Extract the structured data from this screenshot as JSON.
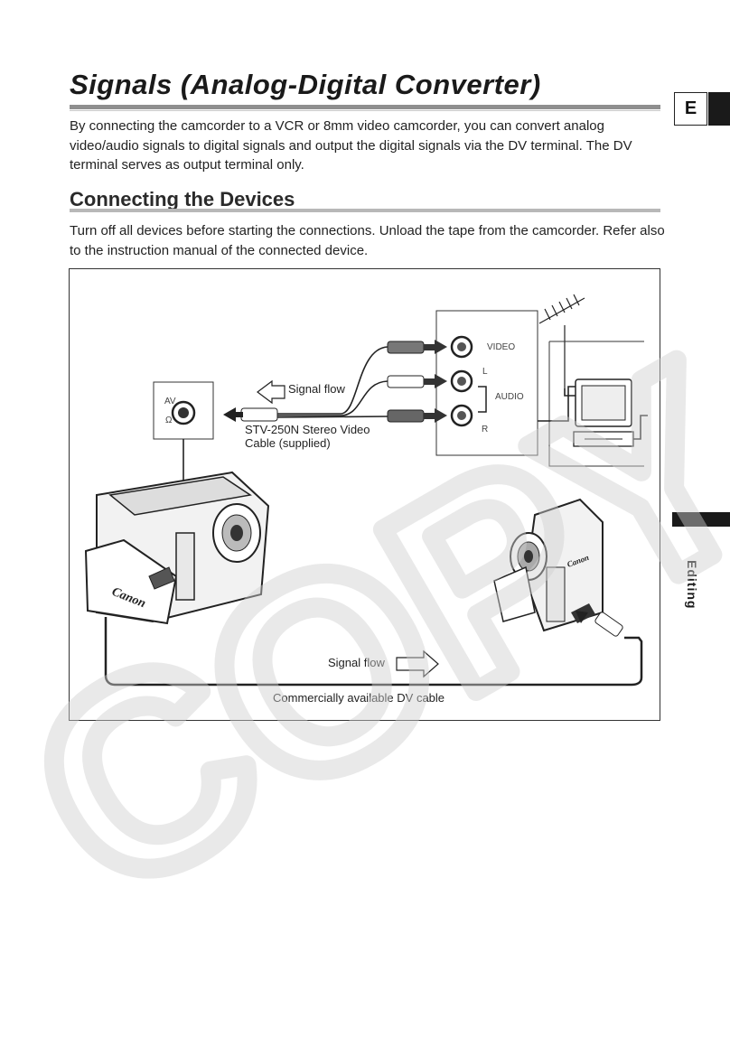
{
  "page": {
    "title": "Signals (Analog-Digital Converter)",
    "intro": "By connecting the camcorder to a VCR or 8mm video camcorder, you can convert analog video/audio signals to digital signals and output the digital signals via the DV terminal. The DV terminal serves as output terminal only.",
    "section_heading": "Connecting the Devices",
    "section_text": "Turn off all devices before starting the connections. Unload the tape from the camcorder. Refer also to the instruction manual of the connected device.",
    "lang_tab": "E",
    "side_label": "Editing",
    "watermark": "COPY"
  },
  "diagram": {
    "av_label": "AV",
    "headphone_symbol": "Ω",
    "video_label": "VIDEO",
    "left_label": "L",
    "audio_label": "AUDIO",
    "right_label": "R",
    "signal_flow_top": "Signal flow",
    "cable_name": "STV-250N Stereo Video Cable (supplied)",
    "signal_flow_bottom": "Signal flow",
    "dv_cable": "Commercially available DV cable",
    "brand_left": "Canon",
    "brand_right": "Canon"
  }
}
